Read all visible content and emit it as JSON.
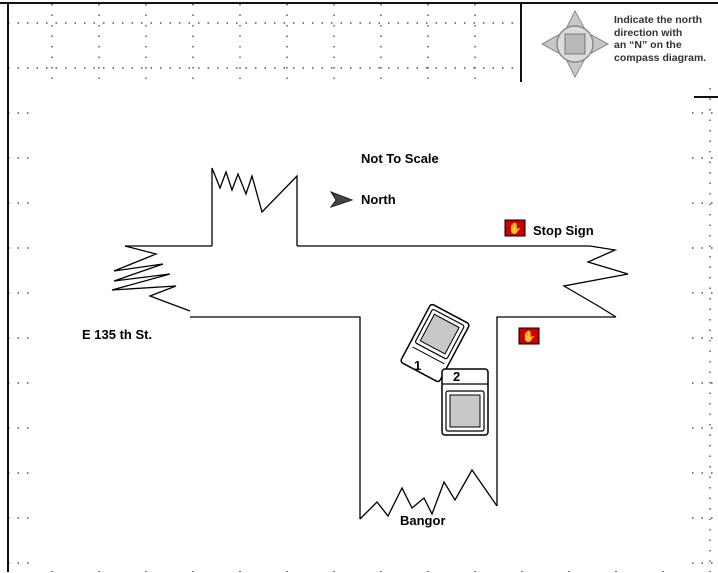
{
  "compass": {
    "instruction": "Indicate the north\ndirection with\nan “N” on the\ncompass diagram."
  },
  "labels": {
    "scale_note": "Not To Scale",
    "north": "North",
    "stop_sign": "Stop Sign",
    "street_east_west": "E 135 th St.",
    "street_north_south": "Bangor"
  },
  "vehicles": [
    {
      "number": "1"
    },
    {
      "number": "2"
    }
  ],
  "icons": {
    "north_arrow": "north-arrow-icon",
    "stop_sign": "stop-sign-icon",
    "compass": "compass-icon"
  },
  "colors": {
    "stop_sign_fill": "#cc0000",
    "grid_dots": "#333333",
    "compass_gray": "#b9b9b9"
  }
}
